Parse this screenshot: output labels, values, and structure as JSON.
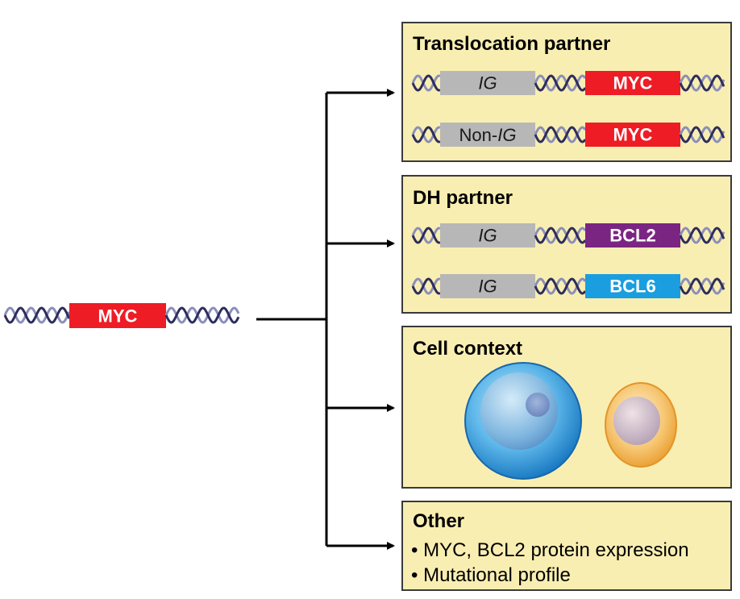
{
  "source_gene": {
    "label": "MYC",
    "color": "#ee1c25"
  },
  "boxes": {
    "translocation": {
      "title": "Translocation partner",
      "row1": {
        "partner": "IG",
        "gene": "MYC"
      },
      "row2": {
        "partner_prefix": "Non-",
        "partner_italic": "IG",
        "gene": "MYC"
      }
    },
    "dh": {
      "title": "DH partner",
      "row1": {
        "partner": "IG",
        "gene": "BCL2"
      },
      "row2": {
        "partner": "IG",
        "gene": "BCL6"
      }
    },
    "cell": {
      "title": "Cell context"
    },
    "other": {
      "title": "Other",
      "bullets": [
        "MYC, BCL2 protein expression",
        "Mutational profile"
      ]
    }
  },
  "colors": {
    "box_fill": "#f9eeb2",
    "box_stroke": "#3a3a3a",
    "partner_gray": "#b7b7b7",
    "myc_red": "#ee1c25",
    "bcl2_purple": "#7b2583",
    "bcl6_blue": "#1a9ee0",
    "dna_dark": "#2d2d5c",
    "dna_light": "#8a8fb8"
  },
  "icons": [
    "dna-helix-icon",
    "large-cell-icon",
    "small-cell-icon",
    "arrow-icon"
  ]
}
